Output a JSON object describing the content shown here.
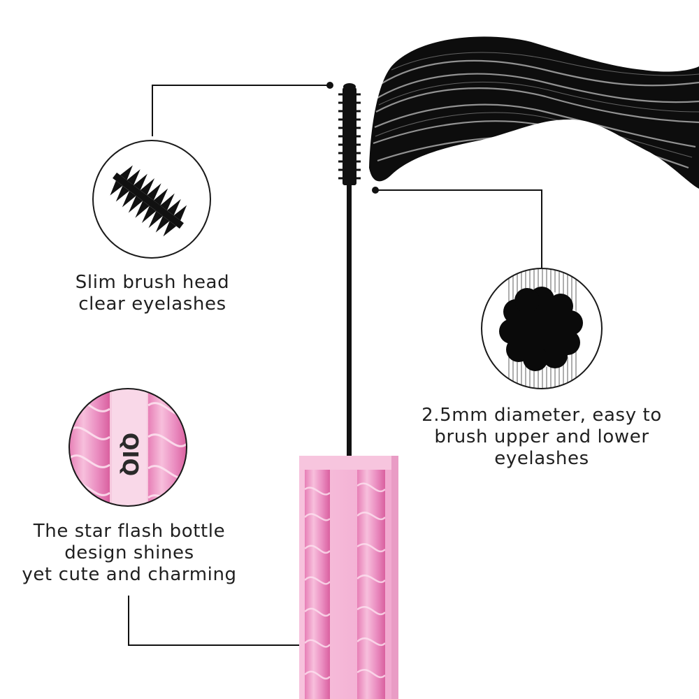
{
  "features": {
    "brush_head": {
      "lines": [
        "Slim brush head",
        "clear eyelashes"
      ]
    },
    "diameter": {
      "lines": [
        "2.5mm diameter, easy to",
        "brush upper and lower",
        "eyelashes"
      ]
    },
    "bottle": {
      "lines": [
        "The star flash bottle",
        "design shines",
        "yet cute and charming"
      ]
    }
  },
  "bottle_logo": "QIQ",
  "colors": {
    "background": "#ffffff",
    "line": "#111111",
    "mascara": "#0d0d0d",
    "bottle_pink": "#f2a7cf",
    "bottle_pink_dark": "#d9609f",
    "caption_text": "#1f1f1f"
  },
  "icons": [
    "brush-closeup-icon",
    "brush-cross-section-icon",
    "bottle-closeup-icon"
  ]
}
